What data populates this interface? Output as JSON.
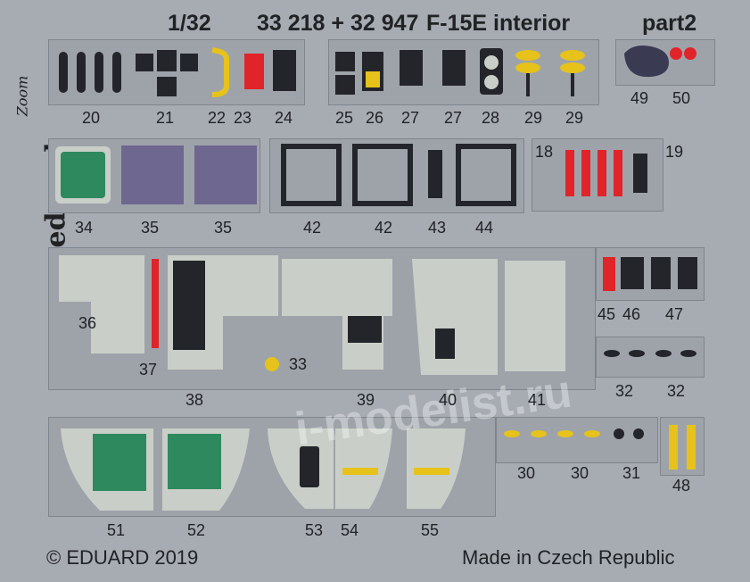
{
  "header": {
    "scale": "1/32",
    "code": "33 218 + 32 947",
    "title": "F-15E interior",
    "part": "part2"
  },
  "brand": {
    "vertical": "eduard",
    "script": "Zoom"
  },
  "footer": {
    "copyright": "© EDUARD 2019",
    "origin": "Made in Czech Republic"
  },
  "part_numbers": [
    "20",
    "21",
    "22",
    "23",
    "24",
    "25",
    "26",
    "27",
    "27",
    "28",
    "29",
    "29",
    "49",
    "50",
    "34",
    "35",
    "35",
    "42",
    "42",
    "43",
    "44",
    "18",
    "19",
    "36",
    "37",
    "38",
    "33",
    "39",
    "40",
    "41",
    "45",
    "46",
    "47",
    "32",
    "32",
    "51",
    "52",
    "53",
    "54",
    "55",
    "30",
    "30",
    "31",
    "48"
  ],
  "colors": {
    "sheet": "#a7acb3",
    "panel_grey": "#c9cfc8",
    "screen_green": "#2e8a5e",
    "warning_red": "#e0242a",
    "stripe_yellow": "#e6c21b",
    "dark_instrument": "#24252a",
    "purple_console": "#6e6790"
  },
  "watermark": "i-modelist.ru"
}
